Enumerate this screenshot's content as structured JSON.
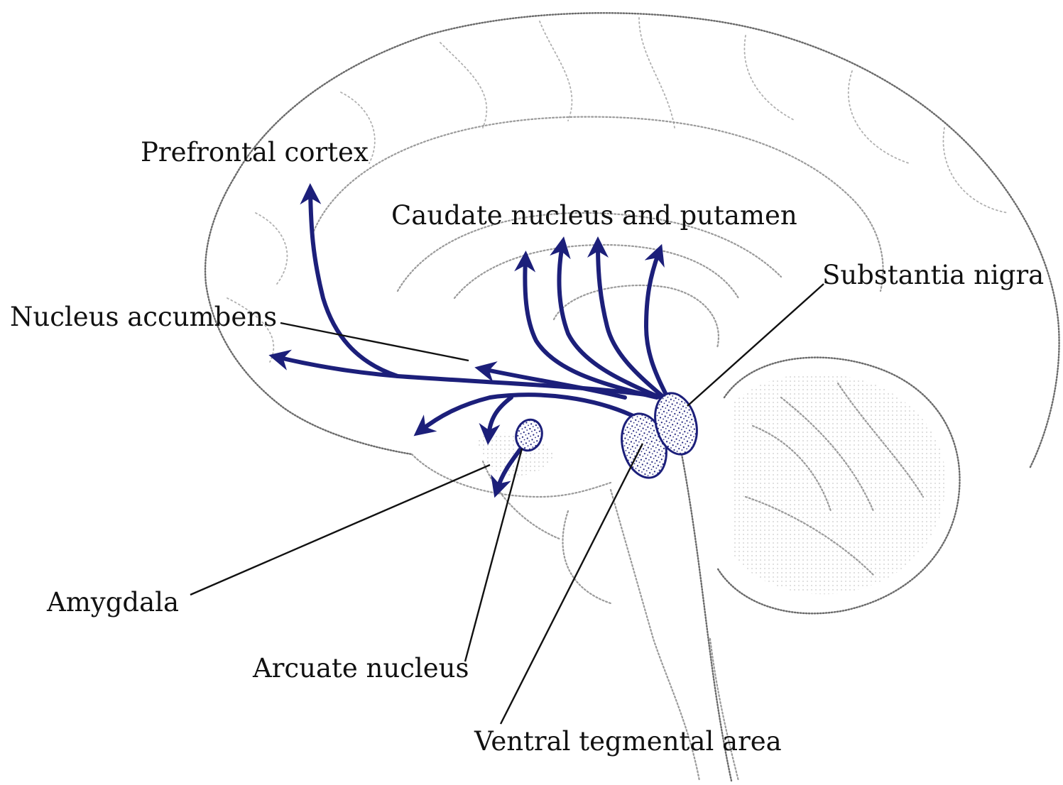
{
  "labels": {
    "prefrontal_cortex": "Prefrontal cortex",
    "caudate_putamen": "Caudate nucleus and putamen",
    "substantia_nigra": "Substantia nigra",
    "nucleus_accumbens": "Nucleus accumbens",
    "amygdala": "Amygdala",
    "arcuate_nucleus": "Arcuate nucleus",
    "ventral_tegmental_area": "Ventral tegmental area"
  },
  "colors": {
    "pathway": "#1c1f7a",
    "outline": "#9a9a9a",
    "text": "#111111"
  }
}
